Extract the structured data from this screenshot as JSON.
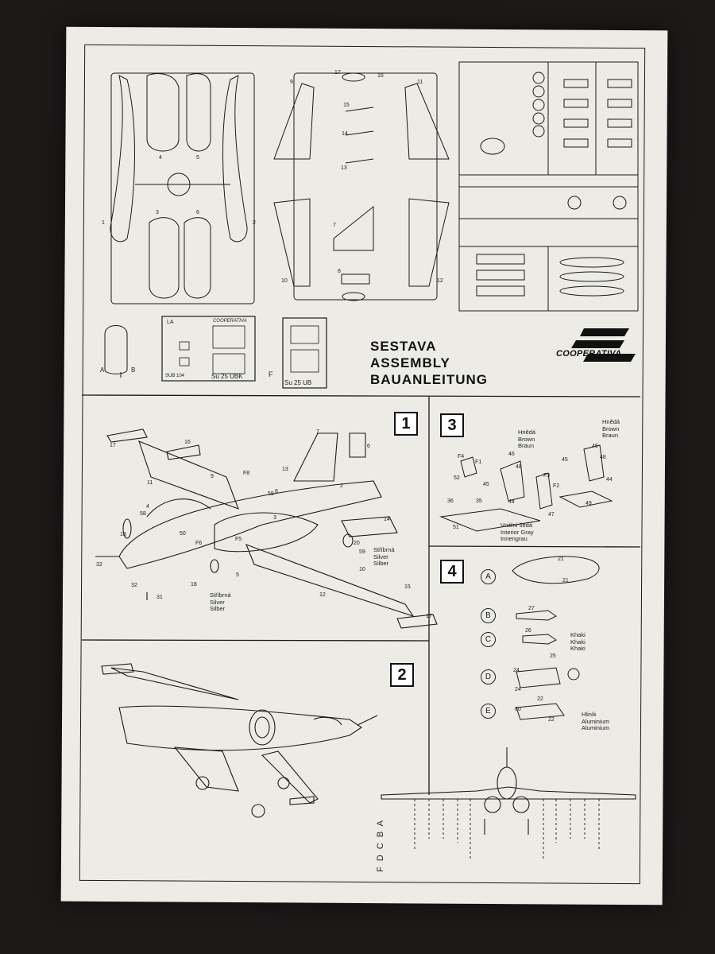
{
  "title_lines": [
    "SESTAVA",
    "ASSEMBLY",
    "BAUANLEITUNG"
  ],
  "brand": "COOPERATIVA",
  "steps": [
    "1",
    "2",
    "3",
    "4"
  ],
  "photoetch": {
    "label_a": "LA",
    "brand": "COOPERATIVA",
    "code": "SUB 104",
    "model": "Su 25 UBK",
    "sheet_a": "A",
    "sheet_b": "B",
    "part_f": "F",
    "f_model": "Su 25 UB"
  },
  "color_notes": {
    "silver_1": [
      "Stříbrná",
      "Silver",
      "Silber"
    ],
    "silver_2": [
      "Stříbrná",
      "Silver",
      "Silber"
    ],
    "brown_1": [
      "Hnědá",
      "Brown",
      "Braun"
    ],
    "brown_2": [
      "Hnědá",
      "Brown",
      "Braun"
    ],
    "interior": [
      "Vnitřní šedá",
      "Interior Gray",
      "Innengrau"
    ],
    "khaki": [
      "Khaki",
      "Khaki",
      "Khaki"
    ],
    "aluminium": [
      "Hliník",
      "Aluminium",
      "Aluminium"
    ]
  },
  "stores": [
    "A",
    "B",
    "C",
    "D",
    "E"
  ],
  "pylon_letters": "F D C B A",
  "part_numbers": {
    "sprue_a": [
      "1",
      "2",
      "3",
      "4",
      "5",
      "6"
    ],
    "sprue_b": [
      "7",
      "8",
      "9",
      "10",
      "11",
      "12",
      "13",
      "14",
      "15",
      "16",
      "17"
    ],
    "step1": [
      "17",
      "16",
      "11",
      "9",
      "F8",
      "13",
      "6",
      "7",
      "2",
      "8",
      "59",
      "3",
      "14",
      "58",
      "18",
      "50",
      "F6",
      "32",
      "31",
      "32",
      "18",
      "5",
      "F5",
      "20",
      "59",
      "10",
      "12",
      "15",
      "17",
      "4"
    ],
    "step3": [
      "F4",
      "F1",
      "52",
      "36",
      "35",
      "51",
      "46",
      "48",
      "45",
      "44",
      "F3",
      "F2",
      "47",
      "45",
      "46",
      "48",
      "44",
      "49"
    ],
    "step4": [
      "21",
      "21",
      "27",
      "26",
      "25",
      "24",
      "24",
      "60",
      "22",
      "22"
    ]
  }
}
